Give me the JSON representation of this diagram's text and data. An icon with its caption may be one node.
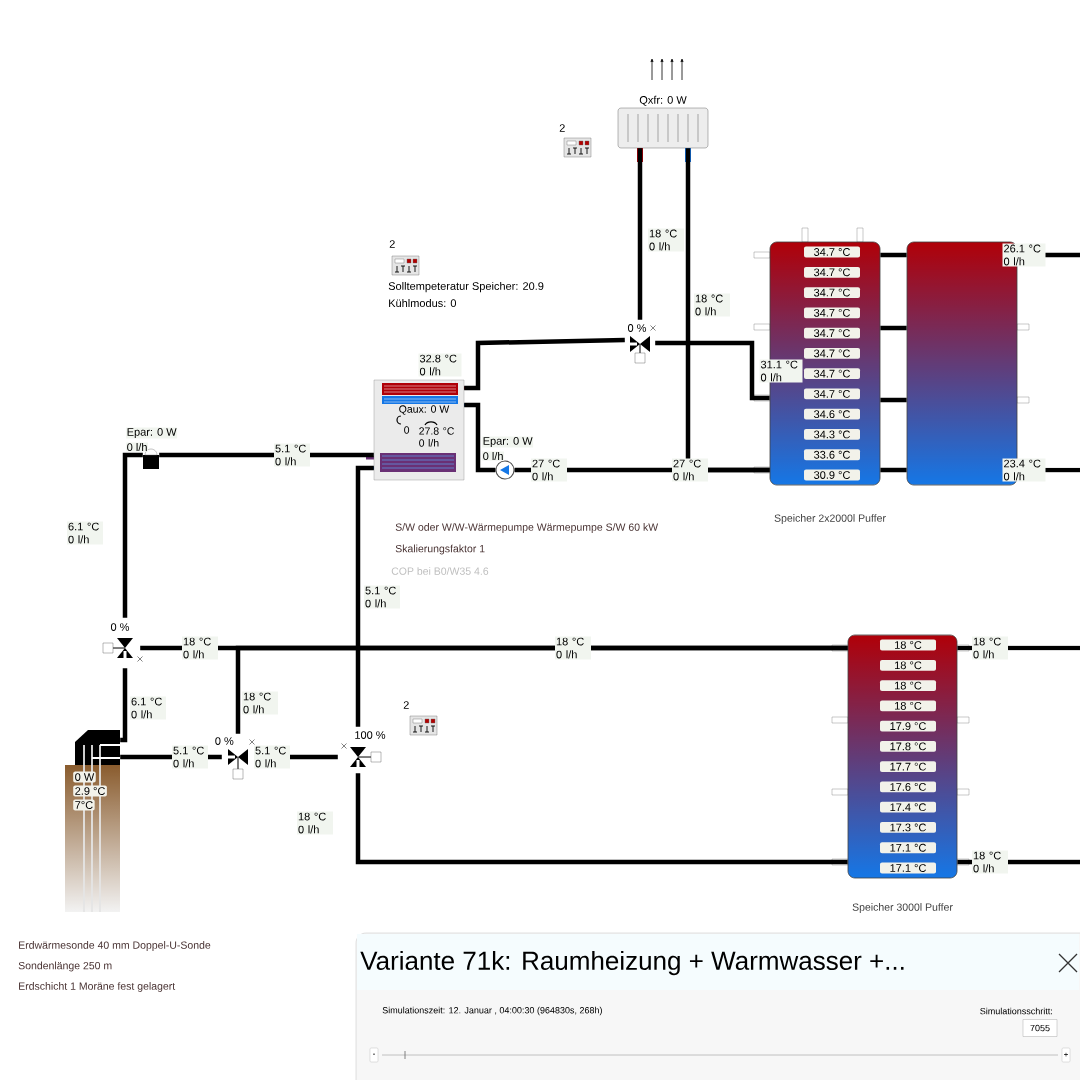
{
  "diagram": {
    "nodes": [
      {
        "text": [
          "Qxfr: 0 W"
        ]
      },
      {
        "text": [
          "34.7 °C",
          "34.7 °C",
          "34.7 °C",
          "34.7 °C",
          "34.7 °C",
          "34.7 °C",
          "34.7 °C",
          "34.7 °C",
          "34.6 °C",
          "34.3 °C",
          "33.6 °C",
          "30.9 °C"
        ],
        "beside": [
          "Speicher 2x2000l Puffer"
        ]
      },
      {
        "text": [],
        "shape": "box"
      },
      {
        "text": [
          "0 %"
        ]
      },
      {
        "text": [
          "Qaux: 0 W",
          "0",
          "27.8 °C 0 l/h"
        ],
        "beside": [
          "S/W oder W/W-Wärmepumpe Wärmepumpe S/W 60 kW",
          "Skalierungsfaktor 1",
          "COP bei B0/W35 4.6"
        ]
      },
      {
        "text": [
          "Epar: 0 W",
          "0 l/h"
        ]
      },
      {
        "text": [
          "Epar: 0 W",
          "0 l/h"
        ]
      },
      {
        "text": [
          "0 %"
        ]
      },
      {
        "text": [
          "18 °C",
          "18 °C",
          "18 °C",
          "18 °C",
          "17.9 °C",
          "17.8 °C",
          "17.7 °C",
          "17.6 °C",
          "17.4 °C",
          "17.3 °C",
          "17.1 °C",
          "17.1 °C"
        ],
        "beside": [
          "Speicher 3000l Puffer"
        ]
      },
      {
        "text": [
          "0 %"
        ]
      },
      {
        "text": [
          "100 %"
        ]
      },
      {
        "text": [
          "0 W",
          "2.9 °C",
          "7°C"
        ],
        "beside": [
          "Erdwärmesonde 40 mm Doppel-U-Sonde",
          "Sondenlänge 250 m",
          "Erdschicht 1 Moräne fest gelagert"
        ]
      }
    ],
    "edges": [
      {
        "from": 4,
        "to": 3,
        "arrow": "none",
        "label": "32.8 °C 0 l/h"
      },
      {
        "from": 4,
        "to": 6,
        "arrow": "none"
      },
      {
        "from": 6,
        "to": 1,
        "arrow": "none",
        "label": "27 °C 0 l/h"
      },
      {
        "from": 0,
        "to": 1,
        "arrow": "none",
        "label": "18 °C 0 l/h"
      },
      {
        "from": 3,
        "to": 0,
        "arrow": "none",
        "label": "18 °C 0 l/h"
      },
      {
        "from": 1,
        "to": 3,
        "arrow": "none",
        "label": "31.1 °C 0 l/h"
      },
      {
        "from": 4,
        "to": 5,
        "arrow": "none",
        "label": "5.1 °C 0 l/h"
      },
      {
        "from": 5,
        "to": 7,
        "arrow": "none",
        "label": "6.1 °C 0 l/h"
      },
      {
        "from": 11,
        "to": 7,
        "arrow": "none",
        "label": "6.1 °C 0 l/h"
      },
      {
        "from": 8,
        "to": 7,
        "arrow": "none",
        "label": "18 °C 0 l/h"
      },
      {
        "from": 8,
        "to": 9,
        "arrow": "none",
        "label": "18 °C 0 l/h"
      },
      {
        "from": 11,
        "to": 9,
        "arrow": "none",
        "label": "5.1 °C 0 l/h"
      },
      {
        "from": 9,
        "to": 10,
        "arrow": "none",
        "label": "5.1 °C 0 l/h"
      },
      {
        "from": 10,
        "to": 4,
        "arrow": "none",
        "label": "5.1 °C 0 l/h"
      },
      {
        "from": 8,
        "to": 10,
        "arrow": "none",
        "label": "18 °C 0 l/h"
      },
      {
        "from": 1,
        "to": 2,
        "arrow": "none"
      },
      {
        "from": 1,
        "to": 2,
        "arrow": "none"
      },
      {
        "from": 1,
        "to": 2,
        "arrow": "none"
      },
      {
        "from": 1,
        "to": 2,
        "arrow": "none"
      },
      {
        "from": 2,
        "to": null,
        "arrow": "none",
        "label": "26.1 °C 0 l/h"
      },
      {
        "from": 2,
        "to": null,
        "arrow": "none",
        "label": "23.4 °C 0 l/h"
      },
      {
        "from": 8,
        "to": null,
        "arrow": "none",
        "label": "18 °C 0 l/h"
      },
      {
        "from": 8,
        "to": null,
        "arrow": "none",
        "label": "18 °C 0 l/h"
      }
    ],
    "labels": [
      "2",
      "2",
      "Solltempeteratur Speicher: 20.9",
      "Kühlmodus: 0",
      "27 °C 0 l/h",
      "18 °C 0 l/h",
      "2",
      "Variante 71k: Raumheizung + Warmwasser +...",
      "Simulationszeit: 12. Januar , 04:00:30 (964830s, 268h)",
      "Simulationsschritt:",
      "7055",
      "-",
      "+"
    ]
  }
}
